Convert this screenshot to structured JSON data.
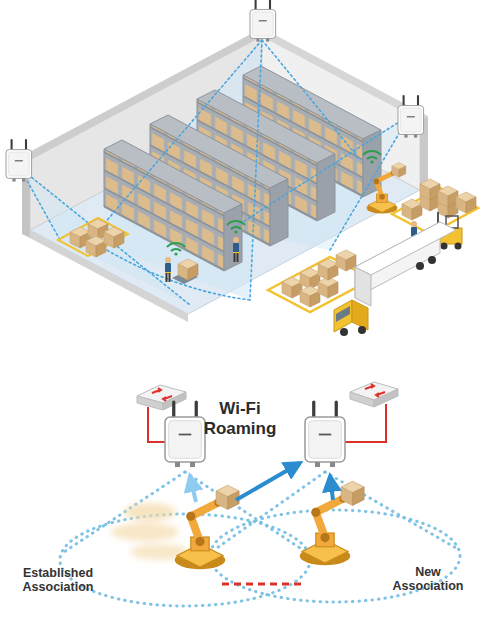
{
  "diagram": {
    "title": "Wi-Fi Roaming",
    "labels": [
      "Established Association",
      "New Association"
    ]
  }
}
